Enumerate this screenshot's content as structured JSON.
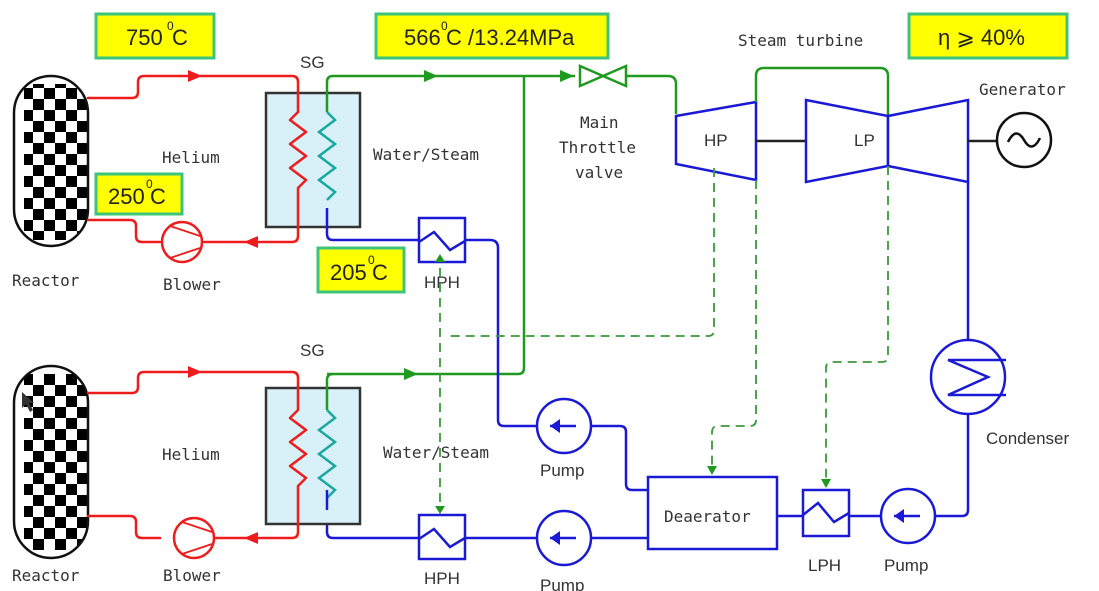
{
  "title_boxes": {
    "reactor_outlet_temp": {
      "value": "750",
      "unit": "C",
      "deg": "0"
    },
    "reactor_inlet_temp": {
      "value": "250",
      "unit": "C",
      "deg": "0"
    },
    "feedwater_temp": {
      "value": "205",
      "unit": "C",
      "deg": "0"
    },
    "main_steam": {
      "value": "566",
      "unit": "C /13.24MPa",
      "deg": "0"
    },
    "efficiency": {
      "text": "η ⩾ 40%"
    }
  },
  "labels": {
    "sg_top": "SG",
    "sg_bottom": "SG",
    "helium_top": "Helium",
    "helium_bottom": "Helium",
    "water_steam_top": "Water/Steam",
    "water_steam_bottom": "Water/Steam",
    "reactor_top": "Reactor",
    "reactor_bottom": "Reactor",
    "blower_top": "Blower",
    "blower_bottom": "Blower",
    "main_throttle_line1": "Main",
    "main_throttle_line2": "Throttle",
    "main_throttle_line3": "valve",
    "steam_turbine": "Steam turbine",
    "hp": "HP",
    "lp": "LP",
    "generator": "Generator",
    "condenser": "Condenser",
    "hph_top": "HPH",
    "hph_bottom": "HPH",
    "pump_upper": "Pump",
    "pump_lower": "Pump",
    "pump_condensate": "Pump",
    "deaerator": "Deaerator",
    "lph": "LPH"
  },
  "colors": {
    "helium_loop": "#ee1c1c",
    "steam": "#1f9a1f",
    "water": "#1a1ad6",
    "highlight_box": "#ffff00",
    "sg_fill": "#d8f1f8"
  }
}
